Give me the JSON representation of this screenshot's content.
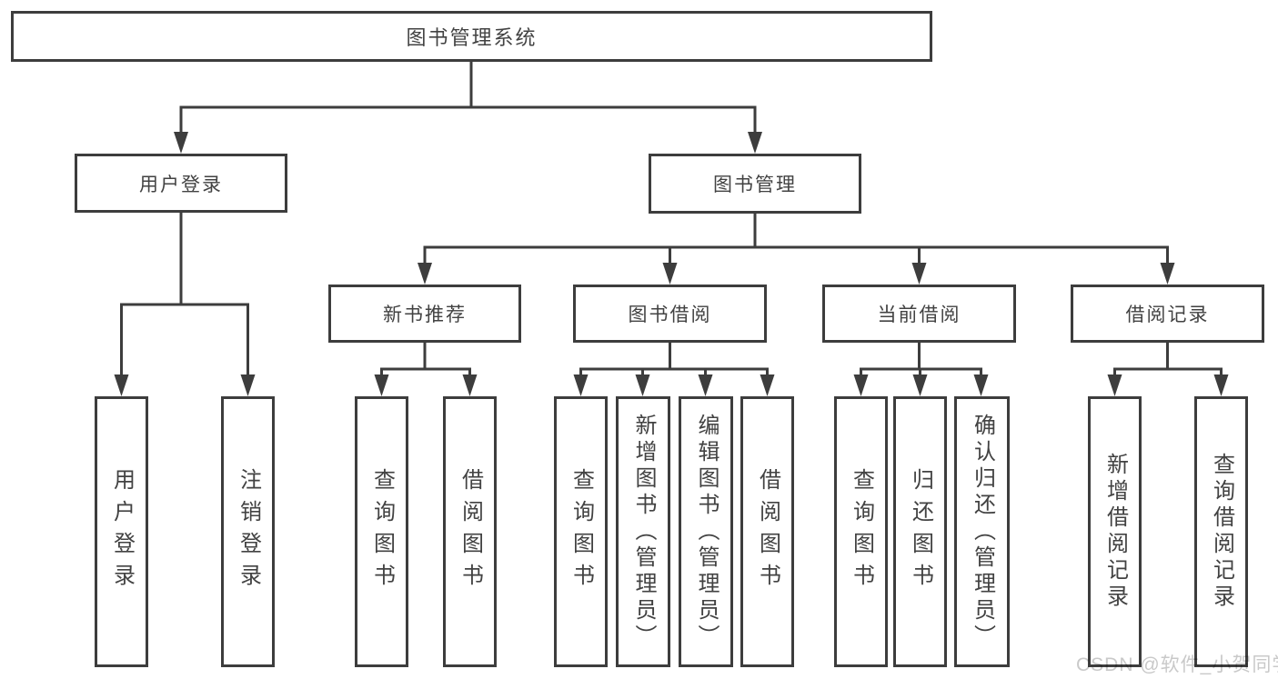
{
  "diagram": {
    "root": {
      "label": "图书管理系统"
    },
    "branches": [
      {
        "label": "用户登录",
        "leaves": [
          {
            "label": "用户登录"
          },
          {
            "label": "注销登录"
          }
        ]
      },
      {
        "label": "图书管理",
        "sections": [
          {
            "label": "新书推荐",
            "leaves": [
              {
                "label": "查询图书"
              },
              {
                "label": "借阅图书"
              }
            ]
          },
          {
            "label": "图书借阅",
            "leaves": [
              {
                "label": "查询图书"
              },
              {
                "label": "新增图书（管理员）"
              },
              {
                "label": "编辑图书（管理员）"
              },
              {
                "label": "借阅图书"
              }
            ]
          },
          {
            "label": "当前借阅",
            "leaves": [
              {
                "label": "查询图书"
              },
              {
                "label": "归还图书"
              },
              {
                "label": "确认归还（管理员）"
              }
            ]
          },
          {
            "label": "借阅记录",
            "leaves": [
              {
                "label": "新增借阅记录"
              },
              {
                "label": "查询借阅记录"
              }
            ]
          }
        ]
      }
    ]
  },
  "watermark": {
    "text": "CSDN @软件_小贺同学"
  },
  "colors": {
    "line": "#3d3d3d",
    "text": "#424242",
    "watermark": "#c9c9c9",
    "background": "#ffffff"
  }
}
